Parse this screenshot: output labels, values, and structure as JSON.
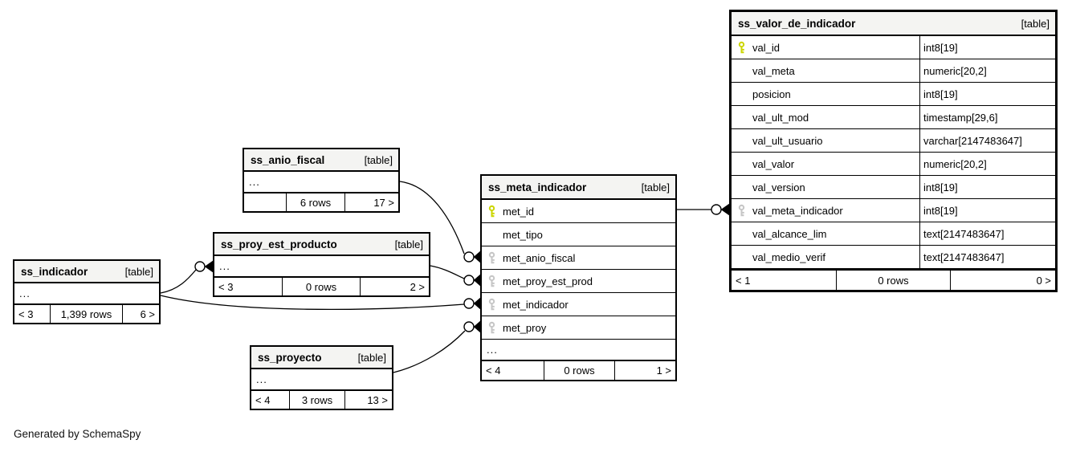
{
  "diagram": {
    "footer_note": "Generated by SchemaSpy",
    "ellipsis_text": "...",
    "colors": {
      "primary_key": "#ccd600",
      "foreign_key": "#c6c6c6",
      "header_bg": "#f4f4f2",
      "border": "#000000",
      "background": "#ffffff"
    },
    "tables": [
      {
        "id": "ss_valor_de_indicador",
        "title": "ss_valor_de_indicador",
        "tag": "[table]",
        "show_types": true,
        "ellipsis": false,
        "columns": [
          {
            "name": "val_id",
            "type": "int8[19]",
            "key": "primary"
          },
          {
            "name": "val_meta",
            "type": "numeric[20,2]",
            "key": ""
          },
          {
            "name": "posicion",
            "type": "int8[19]",
            "key": ""
          },
          {
            "name": "val_ult_mod",
            "type": "timestamp[29,6]",
            "key": ""
          },
          {
            "name": "val_ult_usuario",
            "type": "varchar[2147483647]",
            "key": ""
          },
          {
            "name": "val_valor",
            "type": "numeric[20,2]",
            "key": ""
          },
          {
            "name": "val_version",
            "type": "int8[19]",
            "key": ""
          },
          {
            "name": "val_meta_indicador",
            "type": "int8[19]",
            "key": "foreign"
          },
          {
            "name": "val_alcance_lim",
            "type": "text[2147483647]",
            "key": ""
          },
          {
            "name": "val_medio_verif",
            "type": "text[2147483647]",
            "key": ""
          }
        ],
        "footer": {
          "prev": "< 1",
          "rows": "0 rows",
          "next": "0 >"
        }
      },
      {
        "id": "ss_meta_indicador",
        "title": "ss_meta_indicador",
        "tag": "[table]",
        "show_types": false,
        "ellipsis": true,
        "columns": [
          {
            "name": "met_id",
            "key": "primary"
          },
          {
            "name": "met_tipo",
            "key": ""
          },
          {
            "name": "met_anio_fiscal",
            "key": "foreign"
          },
          {
            "name": "met_proy_est_prod",
            "key": "foreign"
          },
          {
            "name": "met_indicador",
            "key": "foreign"
          },
          {
            "name": "met_proy",
            "key": "foreign"
          }
        ],
        "footer": {
          "prev": "< 4",
          "rows": "0 rows",
          "next": "1 >"
        }
      },
      {
        "id": "ss_anio_fiscal",
        "title": "ss_anio_fiscal",
        "tag": "[table]",
        "show_types": false,
        "ellipsis": true,
        "columns": [],
        "footer": {
          "prev": "",
          "rows": "6 rows",
          "next": "17 >"
        }
      },
      {
        "id": "ss_proy_est_producto",
        "title": "ss_proy_est_producto",
        "tag": "[table]",
        "show_types": false,
        "ellipsis": true,
        "columns": [],
        "footer": {
          "prev": "< 3",
          "rows": "0 rows",
          "next": "2 >"
        }
      },
      {
        "id": "ss_indicador",
        "title": "ss_indicador",
        "tag": "[table]",
        "show_types": false,
        "ellipsis": true,
        "columns": [],
        "footer": {
          "prev": "< 3",
          "rows": "1,399 rows",
          "next": "6 >"
        }
      },
      {
        "id": "ss_proyecto",
        "title": "ss_proyecto",
        "tag": "[table]",
        "show_types": false,
        "ellipsis": true,
        "columns": [],
        "footer": {
          "prev": "< 4",
          "rows": "3 rows",
          "next": "13 >"
        }
      }
    ],
    "relationships": [
      {
        "from": "ss_anio_fiscal",
        "to": "ss_meta_indicador.met_anio_fiscal"
      },
      {
        "from": "ss_proy_est_producto",
        "to": "ss_meta_indicador.met_proy_est_prod"
      },
      {
        "from": "ss_indicador",
        "to": "ss_proy_est_producto"
      },
      {
        "from": "ss_indicador",
        "to": "ss_meta_indicador.met_indicador"
      },
      {
        "from": "ss_proyecto",
        "to": "ss_meta_indicador.met_proy"
      },
      {
        "from": "ss_meta_indicador.met_id",
        "to": "ss_valor_de_indicador.val_meta_indicador"
      }
    ]
  }
}
